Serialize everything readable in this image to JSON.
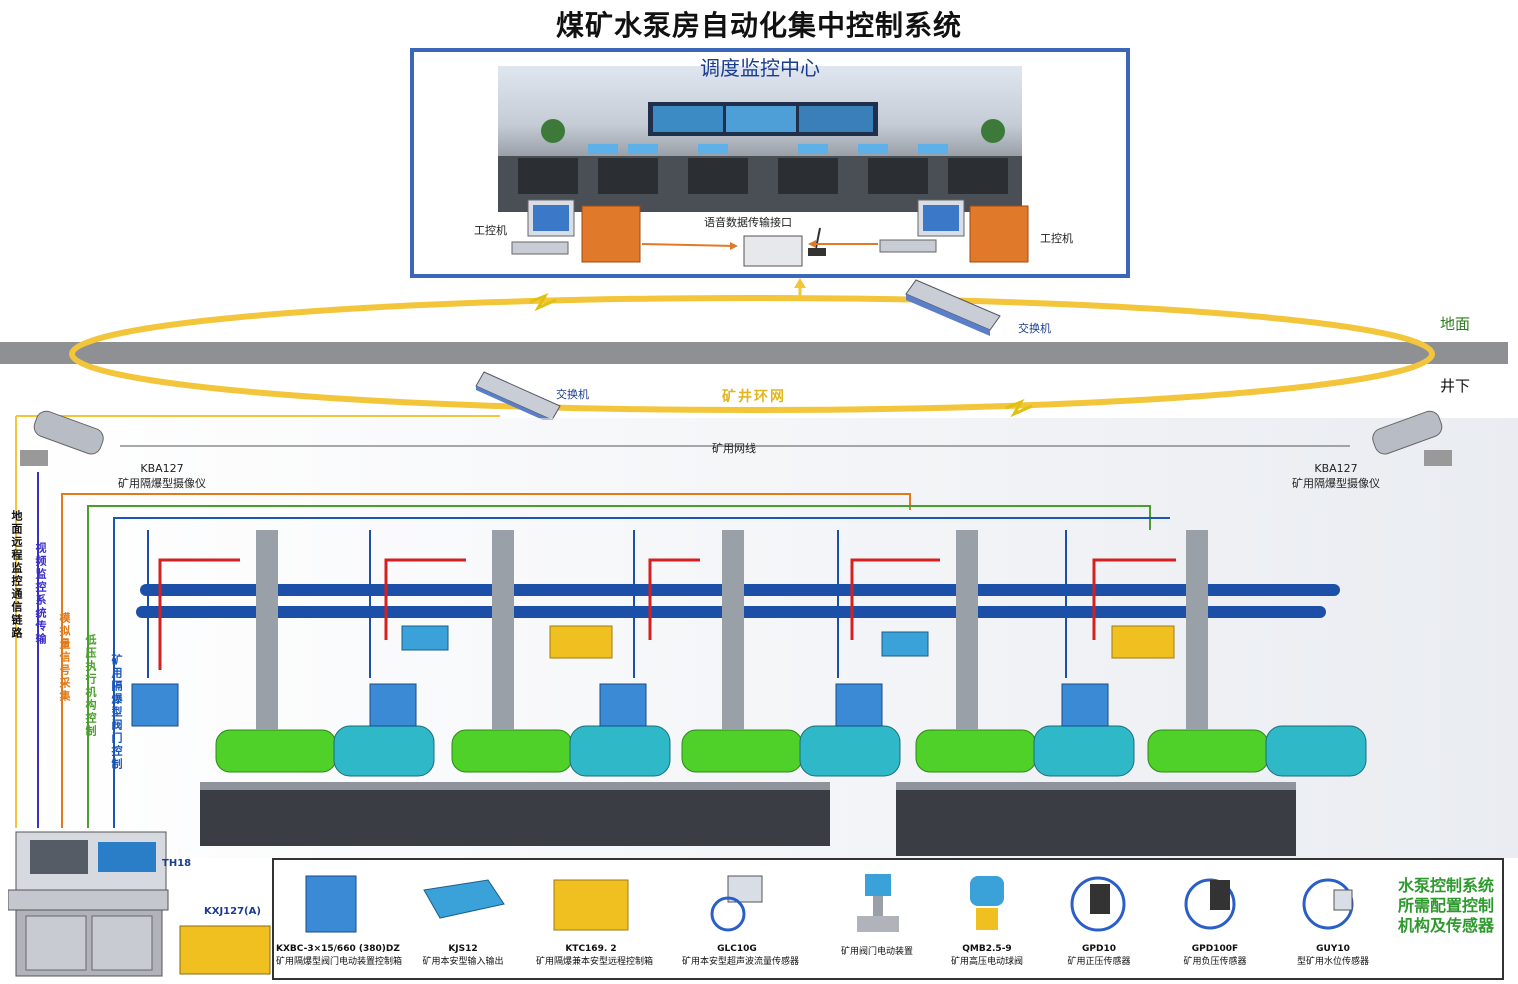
{
  "title": "煤矿水泵房自动化集中控制系统",
  "control_center": {
    "title": "调度监控中心",
    "ipc_left": "工控机",
    "ipc_right": "工控机",
    "interface_label": "语音数据传输接口"
  },
  "network": {
    "switch_top": "交换机",
    "switch_bottom": "交换机",
    "ground": "地面",
    "underground": "井下",
    "ring": "矿井环网",
    "mine_cable": "矿用网线"
  },
  "cameras": [
    {
      "model": "KBA127",
      "name": "矿用隔爆型摄像仪"
    },
    {
      "model": "KBA127",
      "name": "矿用隔爆型摄像仪"
    }
  ],
  "links": [
    {
      "text": "地面远程监控通信链路",
      "color": "#111111"
    },
    {
      "text": "视频监控系统传输",
      "color": "#3a2fc8"
    },
    {
      "text": "模拟量信号采集",
      "color": "#e07a1a"
    },
    {
      "text": "低压执行机构控制",
      "color": "#4a9e2e"
    },
    {
      "text": "矿用隔爆型阀门控制",
      "color": "#1a55b8"
    }
  ],
  "console": {
    "model": "TH18",
    "box_model": "KXJ127(A)"
  },
  "equipment": {
    "panel_title": "水泵控制系统所需配置控制机构及传感器",
    "items": [
      {
        "model": "KXBC-3×15/660 (380)DZ",
        "name": "矿用隔爆型阀门电动装置控制箱"
      },
      {
        "model": "KJS12",
        "name": "矿用本安型输入输出"
      },
      {
        "model": "KTC169. 2",
        "name": "矿用隔爆兼本安型远程控制箱"
      },
      {
        "model": "GLC10G",
        "name": "矿用本安型超声波流量传感器"
      },
      {
        "model": "",
        "name": "矿用阀门电动装置"
      },
      {
        "model": "QMB2.5-9",
        "name": "矿用高压电动球阀"
      },
      {
        "model": "GPD10",
        "name": "矿用正压传感器"
      },
      {
        "model": "GPD100F",
        "name": "矿用负压传感器"
      },
      {
        "model": "GUY10",
        "name": "型矿用水位传感器"
      }
    ]
  },
  "colors": {
    "pipe_blue": "#1b4fa8",
    "pump_green": "#4fd12a",
    "motor_cyan": "#2fb8c8",
    "ring_yellow": "#f3c53a",
    "frame_blue": "#3c66b8",
    "red_arrow": "#d42020"
  }
}
